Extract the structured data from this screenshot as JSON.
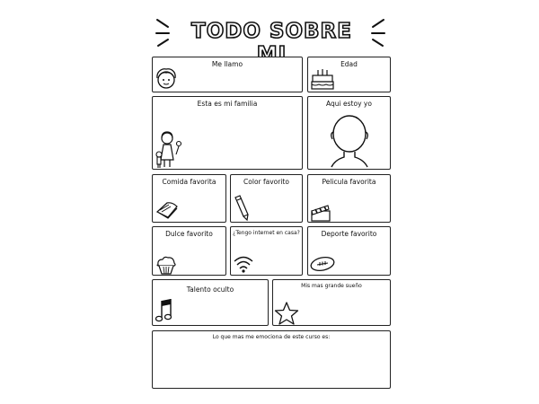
{
  "header": {
    "title": "TODO SOBRE MI"
  },
  "sections": {
    "name": "Me llamo",
    "age": "Edad",
    "family": "Esta es mi familia",
    "here": "Aqui estoy yo",
    "food": "Comida favorita",
    "color": "Color favorito",
    "movie": "Pelicula favorita",
    "sweet": "Dulce favorito",
    "internet": "¿Tengo internet en casa?",
    "sport": "Deporte favorito",
    "talent": "Talento oculto",
    "dream": "Mis mas grande sueño",
    "course": "Lo que mas me emociona de este curso es:"
  },
  "icons": [
    "face-icon",
    "cake-icon",
    "family-icon",
    "silhouette-icon",
    "sandwich-icon",
    "pencil-icon",
    "clapperboard-icon",
    "cupcake-icon",
    "wifi-icon",
    "football-icon",
    "music-note-icon",
    "star-icon"
  ]
}
